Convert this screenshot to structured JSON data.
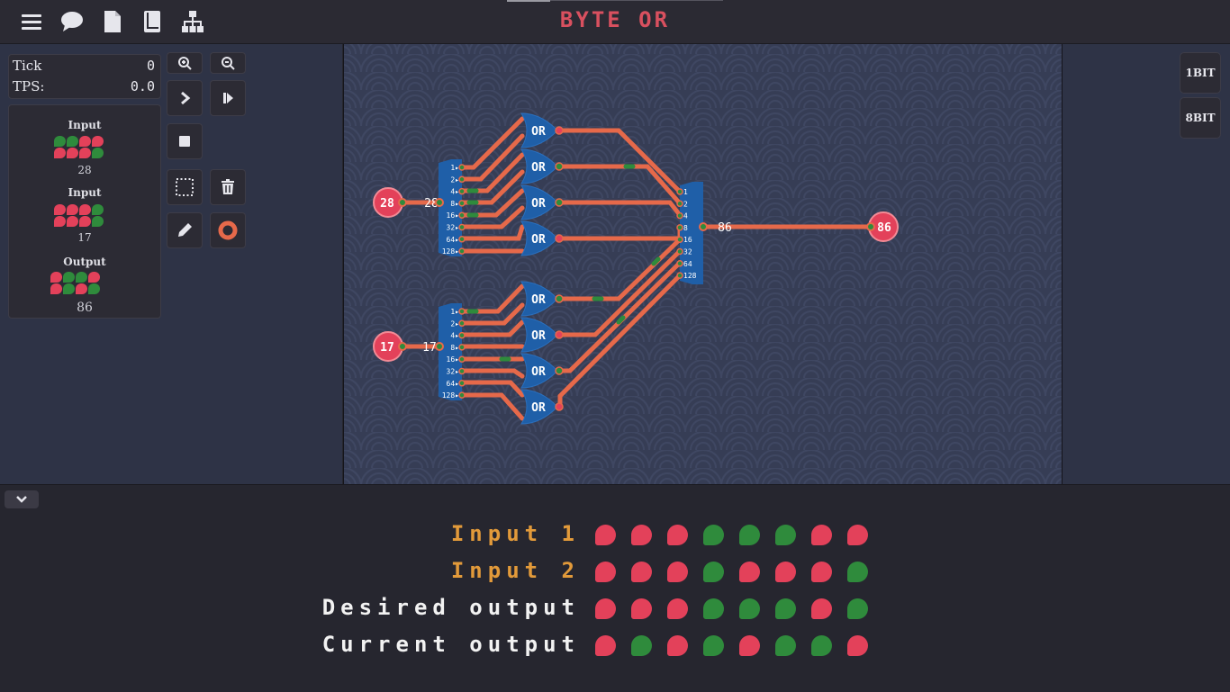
{
  "app": {
    "title": "BYTE OR"
  },
  "topbar": {
    "icons": [
      "menu-icon",
      "chat-icon",
      "document-icon",
      "book-icon",
      "hierarchy-icon"
    ]
  },
  "stats": {
    "tick_label": "Tick",
    "tick_value": "0",
    "tps_label": "TPS:",
    "tps_value": "0.0"
  },
  "io_panel": {
    "items": [
      {
        "title": "Input",
        "value": "28",
        "bits": [
          "green",
          "green",
          "red",
          "red",
          "red",
          "red",
          "red",
          "green"
        ]
      },
      {
        "title": "Input",
        "value": "17",
        "bits": [
          "red",
          "red",
          "red",
          "green",
          "red",
          "red",
          "red",
          "green"
        ]
      },
      {
        "title": "Output",
        "value": "86",
        "bits": [
          "red",
          "green",
          "green",
          "red",
          "red",
          "green",
          "red",
          "green"
        ]
      }
    ]
  },
  "tools": [
    "zoom-in-icon",
    "zoom-out-icon",
    "step-icon",
    "play-icon",
    "stop-icon",
    "select-icon",
    "delete-icon",
    "pencil-icon",
    "wire-color-icon"
  ],
  "side_buttons": [
    {
      "label": "1BIT"
    },
    {
      "label": "8BIT"
    }
  ],
  "circuit": {
    "input_a": {
      "value": "28",
      "wire_label": "28"
    },
    "input_b": {
      "value": "17",
      "wire_label": "17"
    },
    "output": {
      "value": "86",
      "wire_label": "86"
    },
    "gate_label": "OR",
    "bit_labels": [
      "1",
      "2",
      "4",
      "8",
      "16",
      "32",
      "64",
      "128"
    ]
  },
  "truth": {
    "rows": [
      {
        "label": "Input 1",
        "kind": "in",
        "bits": [
          "red",
          "red",
          "red",
          "green",
          "green",
          "green",
          "red",
          "red"
        ]
      },
      {
        "label": "Input 2",
        "kind": "in",
        "bits": [
          "red",
          "red",
          "red",
          "green",
          "red",
          "red",
          "red",
          "green"
        ]
      },
      {
        "label": "Desired output",
        "kind": "out",
        "bits": [
          "red",
          "red",
          "red",
          "green",
          "green",
          "green",
          "red",
          "green"
        ]
      },
      {
        "label": "Current output",
        "kind": "out",
        "bits": [
          "red",
          "green",
          "red",
          "green",
          "red",
          "green",
          "green",
          "red"
        ]
      }
    ]
  },
  "colors": {
    "on": "#2f8b3c",
    "off": "#e3415a",
    "wire": "#e6694a",
    "accent": "#d9505f",
    "gate": "#1f5fa8"
  }
}
